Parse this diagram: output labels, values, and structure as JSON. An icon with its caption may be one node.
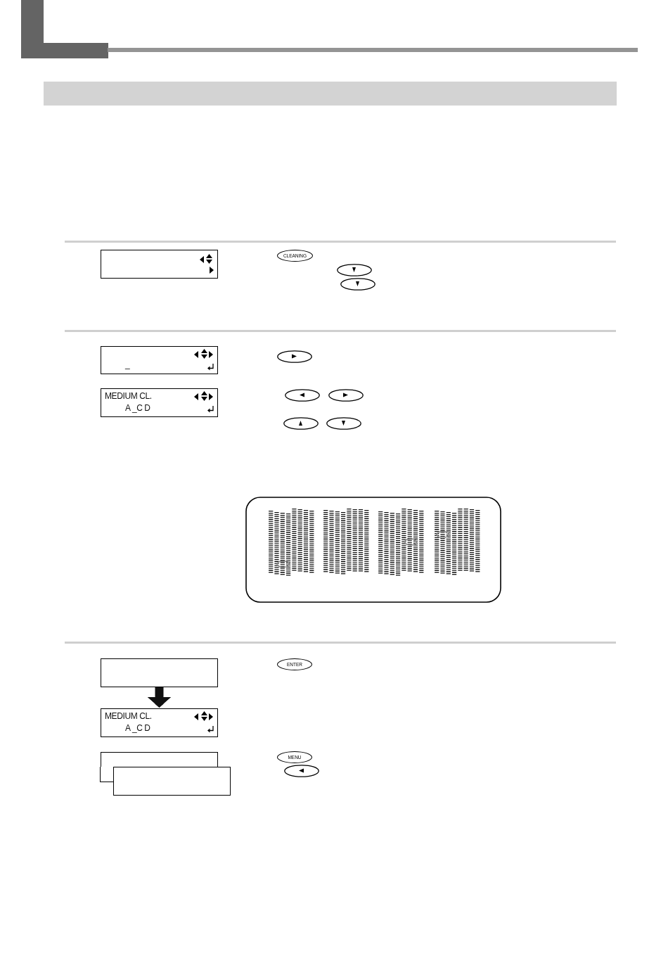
{
  "diagram": {
    "nodes": [
      {
        "text": [],
        "shape": "box"
      },
      {
        "text": [
          "CLEANING"
        ]
      },
      {
        "text": [
          "_"
        ]
      },
      {
        "text": [
          "MEDIUM CL.",
          "A _C D"
        ]
      },
      {
        "text": [],
        "shape": "box"
      },
      {
        "text": [
          "ENTER"
        ]
      },
      {
        "text": [
          "MEDIUM CL.",
          "A _C D"
        ]
      },
      {
        "text": [],
        "shape": "box"
      },
      {
        "text": [
          "MENU"
        ]
      },
      {
        "text": [],
        "shape": "box"
      }
    ],
    "edges": [
      {
        "from": 4,
        "to": 6,
        "arrow": "to"
      }
    ]
  }
}
